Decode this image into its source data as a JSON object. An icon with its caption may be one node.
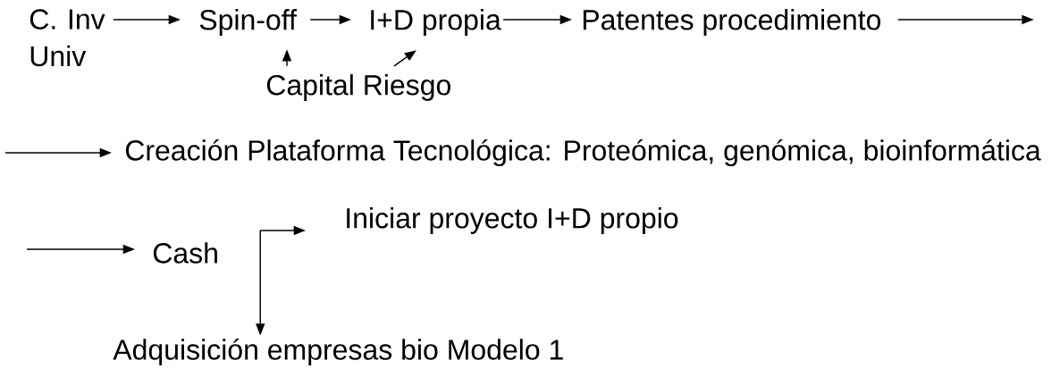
{
  "diagram": {
    "nodes": [
      {
        "text": [
          "C. Inv Univ"
        ]
      },
      {
        "text": [
          "Spin-off"
        ]
      },
      {
        "text": [
          "I+D propia"
        ]
      },
      {
        "text": [
          "Patentes procedimiento"
        ]
      },
      {
        "text": [
          "Capital Riesgo"
        ]
      },
      {
        "text": [
          "Creación Plataforma Tecnológica: Proteómica, genómica, bioinformática"
        ]
      },
      {
        "text": [
          "Cash"
        ]
      },
      {
        "text": [
          "Iniciar proyecto I+D propio"
        ]
      },
      {
        "text": [
          "Adquisición empresas bio Modelo 1"
        ]
      }
    ],
    "edges": [
      {
        "from": 0,
        "to": 1,
        "arrow": "to"
      },
      {
        "from": 1,
        "to": 2,
        "arrow": "to"
      },
      {
        "from": 2,
        "to": 3,
        "arrow": "to"
      },
      {
        "from": 3,
        "to": null,
        "arrow": "to"
      },
      {
        "from": 4,
        "to": 1,
        "arrow": "to"
      },
      {
        "from": 4,
        "to": 2,
        "arrow": "to"
      },
      {
        "from": null,
        "to": 5,
        "arrow": "to"
      },
      {
        "from": null,
        "to": 6,
        "arrow": "to"
      },
      {
        "from": 6,
        "to": 7,
        "arrow": "to"
      },
      {
        "from": 6,
        "to": 8,
        "arrow": "to"
      }
    ]
  }
}
